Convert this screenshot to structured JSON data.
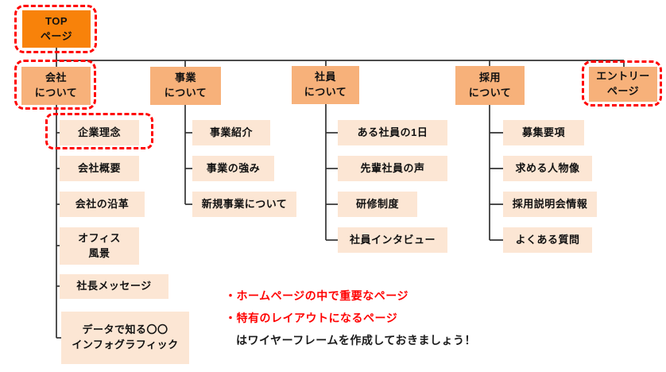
{
  "colors": {
    "level1_fill": "#F8820A",
    "level2_fill": "#F7B17A",
    "level3_fill": "#FCE6D4",
    "highlight_red": "#FF0000",
    "connector": "#333333"
  },
  "sitemap": {
    "root": {
      "label_lines": [
        "TOP",
        "ページ"
      ],
      "highlighted": true
    },
    "branches": [
      {
        "label_lines": [
          "会社",
          "について"
        ],
        "highlighted": true,
        "children": [
          {
            "label_lines": [
              "企業理念"
            ],
            "highlighted": true
          },
          {
            "label_lines": [
              "会社概要"
            ]
          },
          {
            "label_lines": [
              "会社の沿革"
            ]
          },
          {
            "label_lines": [
              "オフィス",
              "風景"
            ]
          },
          {
            "label_lines": [
              "社長メッセージ"
            ]
          },
          {
            "label_lines": [
              "データで知る〇〇",
              "インフォグラフィック"
            ]
          }
        ]
      },
      {
        "label_lines": [
          "事業",
          "について"
        ],
        "children": [
          {
            "label_lines": [
              "事業紹介"
            ]
          },
          {
            "label_lines": [
              "事業の強み"
            ]
          },
          {
            "label_lines": [
              "新規事業について"
            ]
          }
        ]
      },
      {
        "label_lines": [
          "社員",
          "について"
        ],
        "children": [
          {
            "label_lines": [
              "ある社員の1日"
            ]
          },
          {
            "label_lines": [
              "先輩社員の声"
            ]
          },
          {
            "label_lines": [
              "研修制度"
            ]
          },
          {
            "label_lines": [
              "社員インタビュー"
            ]
          }
        ]
      },
      {
        "label_lines": [
          "採用",
          "について"
        ],
        "children": [
          {
            "label_lines": [
              "募集要項"
            ]
          },
          {
            "label_lines": [
              "求める人物像"
            ]
          },
          {
            "label_lines": [
              "採用説明会情報"
            ]
          },
          {
            "label_lines": [
              "よくある質問"
            ]
          }
        ]
      },
      {
        "label_lines": [
          "エントリー",
          "ページ"
        ],
        "highlighted": true,
        "children": []
      }
    ]
  },
  "legend": {
    "bullet1": "・ホームページの中で重要なページ",
    "bullet2": "・特有のレイアウトになるページ",
    "note": "はワイヤーフレームを作成しておきましょう！"
  }
}
